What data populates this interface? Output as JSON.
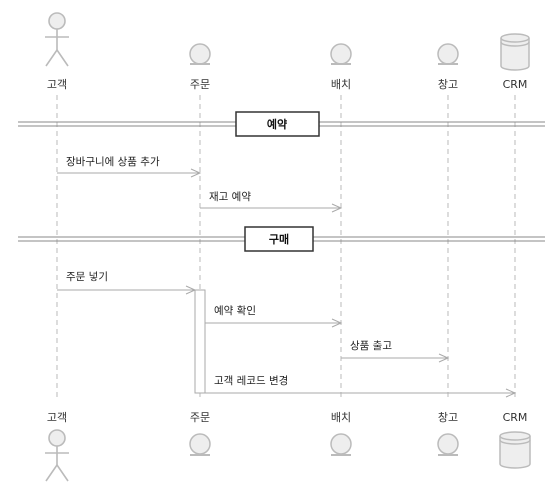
{
  "diagram": {
    "type": "sequence",
    "participants": [
      {
        "id": "customer",
        "label": "고객",
        "kind": "actor"
      },
      {
        "id": "order",
        "label": "주문",
        "kind": "entity"
      },
      {
        "id": "batch",
        "label": "배치",
        "kind": "entity"
      },
      {
        "id": "warehouse",
        "label": "창고",
        "kind": "entity"
      },
      {
        "id": "crm",
        "label": "CRM",
        "kind": "database"
      }
    ],
    "dividers": [
      {
        "label": "예약"
      },
      {
        "label": "구매"
      }
    ],
    "messages": [
      {
        "from": "customer",
        "to": "order",
        "label": "장바구니에 상품 추가"
      },
      {
        "from": "order",
        "to": "batch",
        "label": "재고 예약"
      },
      {
        "from": "customer",
        "to": "order",
        "label": "주문 넣기"
      },
      {
        "from": "order",
        "to": "batch",
        "label": "예약 확인"
      },
      {
        "from": "batch",
        "to": "warehouse",
        "label": "상품 출고"
      },
      {
        "from": "order",
        "to": "crm",
        "label": "고객 레코드 변경"
      }
    ],
    "colors": {
      "line": "#aaaaaa",
      "shape_fill": "#eeeeee",
      "shape_stroke": "#bbbbbb",
      "text": "#333333"
    }
  }
}
